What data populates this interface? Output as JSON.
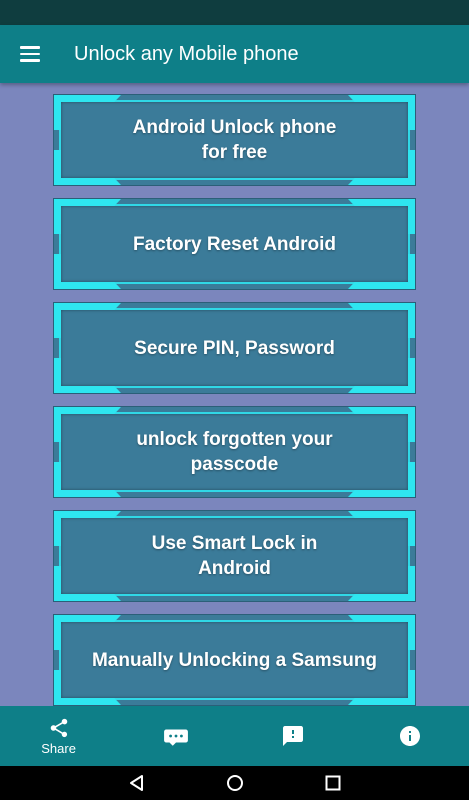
{
  "app_bar": {
    "title": "Unlock any Mobile phone",
    "menu_icon": "hamburger-menu-icon"
  },
  "cards": [
    {
      "label": "Android Unlock phone\nfor free"
    },
    {
      "label": "Factory Reset Android"
    },
    {
      "label": "Secure PIN, Password"
    },
    {
      "label": "unlock forgotten your\npasscode"
    },
    {
      "label": "Use Smart Lock in\nAndroid"
    },
    {
      "label": "Manually Unlocking a Samsung"
    }
  ],
  "bottom_nav": {
    "share_label": "Share",
    "icons": [
      "share-icon",
      "message-icon",
      "feedback-icon",
      "info-icon"
    ]
  },
  "system_nav": {
    "icons": [
      "back-icon",
      "home-icon",
      "recents-icon"
    ]
  },
  "colors": {
    "app_bar": "#0e7f88",
    "background": "#7b86bd",
    "card": "#3b7b99",
    "card_accent": "#2ee6f0"
  }
}
